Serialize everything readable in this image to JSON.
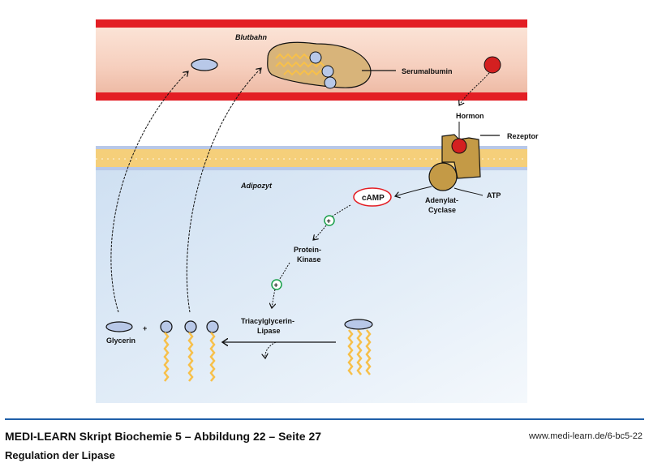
{
  "diagram": {
    "compartments": {
      "blood": "Blutbahn",
      "cell": "Adipozyt"
    },
    "labels": {
      "serumalbumin": "Serumalbumin",
      "hormone": "Hormon",
      "receptor": "Rezeptor",
      "adenylate_cyclase_1": "Adenylat-",
      "adenylate_cyclase_2": "Cyclase",
      "atp": "ATP",
      "camp": "cAMP",
      "protein_kinase_1": "Protein-",
      "protein_kinase_2": "Kinase",
      "lipase_1": "Triacylglycerin-",
      "lipase_2": "Lipase",
      "glycerin": "Glycerin",
      "plus": "+",
      "activation_sign": "+"
    },
    "colors": {
      "vessel_wall": "#e31e24",
      "vessel_lumen": "#f9d7c8",
      "membrane": "#f5cf7a",
      "cytoplasm": "#d6e6f5",
      "protein": "#c49a46",
      "hormone": "#d42020",
      "fatty_acid": "#f7c04a",
      "head_group": "#b8c8e8",
      "camp_ring": "#e31e24",
      "activation_ring": "#1aa04a"
    }
  },
  "footer": {
    "title": "MEDI-LEARN Skript Biochemie 5 – Abbildung 22 – Seite 27",
    "subtitle": "Regulation der Lipase",
    "url": "www.medi-learn.de/6-bc5-22"
  }
}
